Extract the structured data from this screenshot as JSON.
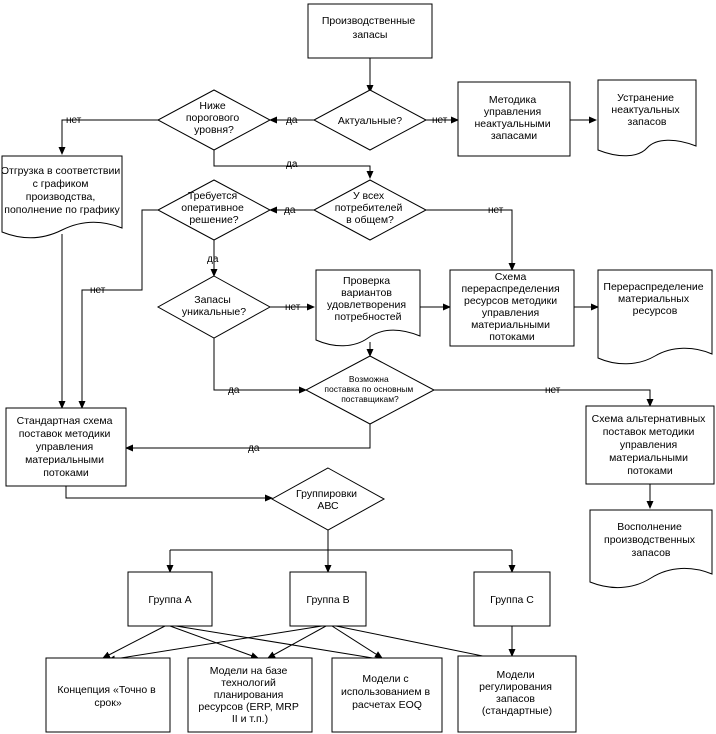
{
  "nodes": {
    "proizv_zapasy": [
      "Производственные",
      "запасы"
    ],
    "aktualnye": [
      "Актуальные?"
    ],
    "nizhe_porogovogo": [
      "Ниже",
      "порогового",
      "уровня?"
    ],
    "metodika_neakt": [
      "Методика",
      "управления",
      "неактуальными",
      "запасами"
    ],
    "ustranenie": [
      "Устранение",
      "неактуальных",
      "запасов"
    ],
    "otgruzka": [
      "Отгрузка в соответствии",
      "с графиком",
      "производства,",
      "пополнение по графику"
    ],
    "u_vseh": [
      "У всех",
      "потребителей",
      "в общем?"
    ],
    "trebuetsya": [
      "Требуется",
      "оперативное",
      "решение?"
    ],
    "zapasy_unik": [
      "Запасы",
      "уникальные?"
    ],
    "proverka": [
      "Проверка",
      "вариантов",
      "удовлетворения",
      "потребностей"
    ],
    "skhema_pereraspr": [
      "Схема",
      "перераспределения",
      "ресурсов  методики",
      "управления",
      "материальными",
      "потоками"
    ],
    "pereraspredelenie": [
      "Перераспределение",
      "материальных",
      "ресурсов"
    ],
    "vozmozhna": [
      "Возможна",
      "поставка по основным",
      "поставщикам?"
    ],
    "standartnaya": [
      "Стандартная схема",
      "поставок методики",
      "управления",
      "материальными",
      "потоками"
    ],
    "alternativnaya": [
      "Схема альтернативных",
      "поставок методики",
      "управления",
      "материальными",
      "потоками"
    ],
    "vospolnenie": [
      "Восполнение",
      "производственных",
      "запасов"
    ],
    "gruppirovki": [
      "Группировки",
      "АВС"
    ],
    "gruppa_a": [
      "Группа А"
    ],
    "gruppa_b": [
      "Группа В"
    ],
    "gruppa_c": [
      "Группа С"
    ],
    "koncepciya": [
      "Концепция «Точно в",
      "срок»"
    ],
    "modeli_tech": [
      "Модели на базе",
      "технологий",
      "планирования",
      "ресурсов (ERP, MRP",
      "II и т.п.)"
    ],
    "modeli_eoq": [
      "Модели с",
      "использованием в",
      "расчетах EOQ"
    ],
    "modeli_reg": [
      "Модели",
      "регулирования",
      "запасов",
      "(стандартные)"
    ]
  },
  "edge_labels": {
    "yes": "да",
    "no": "нет"
  }
}
